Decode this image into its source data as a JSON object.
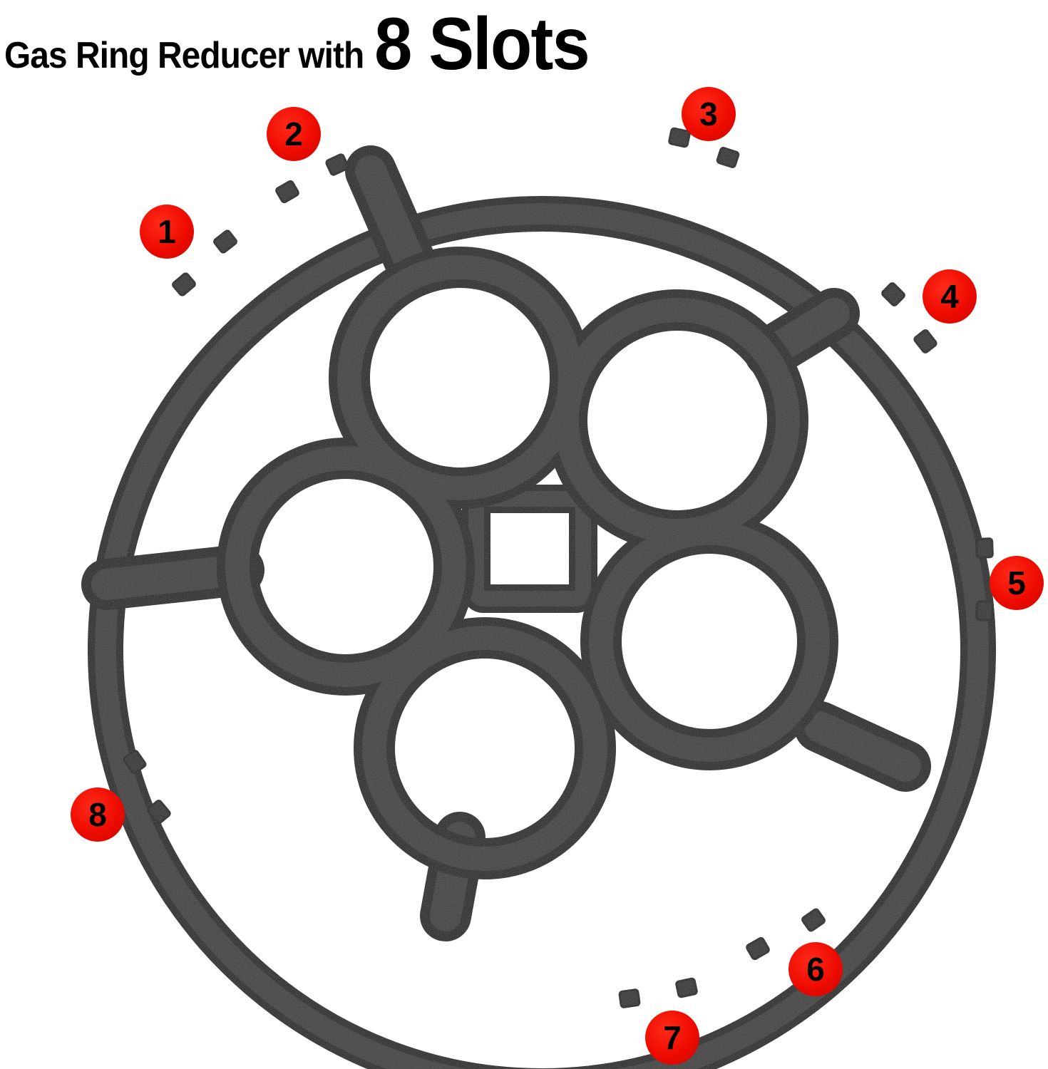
{
  "title": {
    "prefix": "Gas Ring Reducer with",
    "emphasis": "8 Slots"
  },
  "colors": {
    "cast_iron": "#2c2c2c",
    "badge_red": "#ee0b00",
    "background": "#ffffff"
  },
  "slot_badges": [
    {
      "label": "1"
    },
    {
      "label": "2"
    },
    {
      "label": "3"
    },
    {
      "label": "4"
    },
    {
      "label": "5"
    },
    {
      "label": "6"
    },
    {
      "label": "7"
    },
    {
      "label": "8"
    }
  ]
}
